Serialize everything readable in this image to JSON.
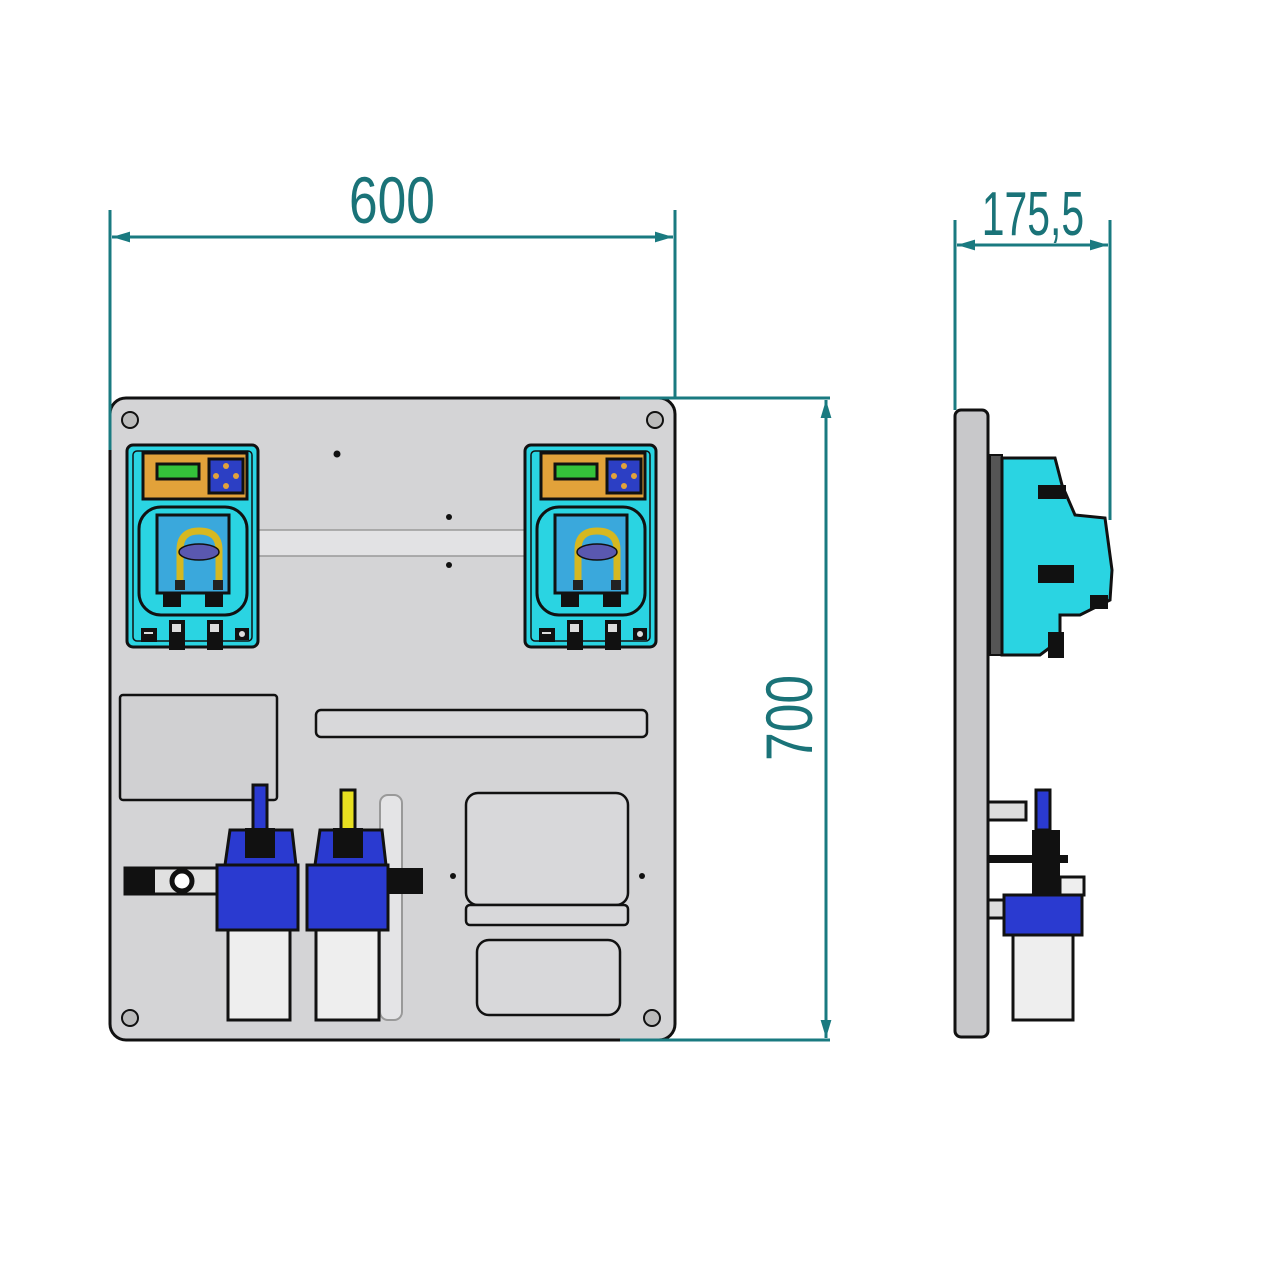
{
  "dimensions": {
    "width": "600",
    "depth": "175,5",
    "height": "700"
  },
  "colors": {
    "dimension_line": "#1a7a80",
    "panel": "#d4d4d6",
    "pump_body": "#2ad4e2",
    "pump_control": "#e2a23a",
    "display": "#34c23a",
    "keypad": "#2c3fc4",
    "filter_housing": "#2a3ad0",
    "probe_yellow": "#e8e020"
  }
}
